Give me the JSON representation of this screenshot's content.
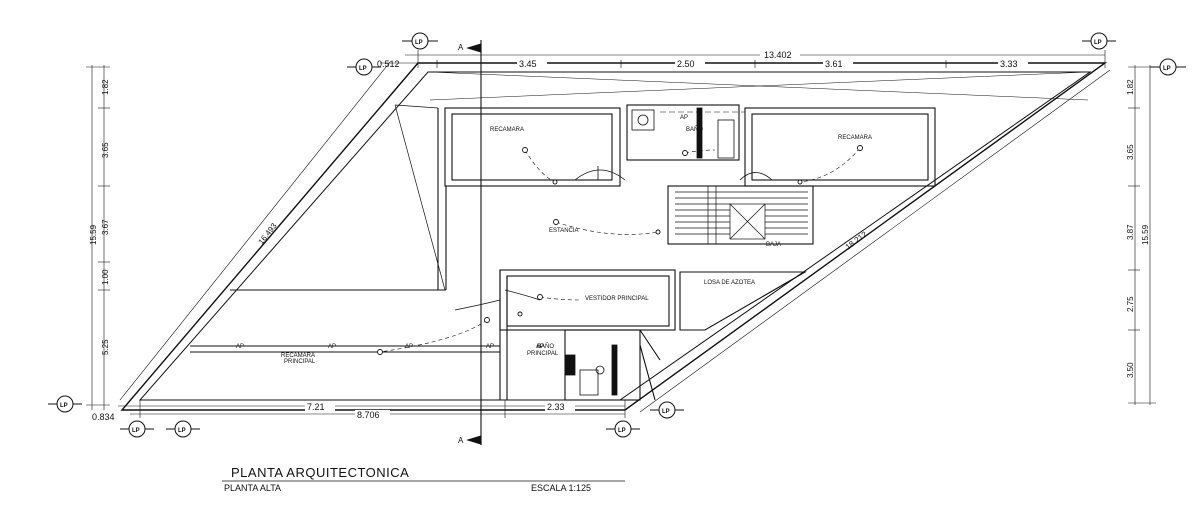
{
  "dims_top": {
    "total": "13.402",
    "offset": "0.512",
    "segments": [
      "3.45",
      "2.50",
      "3.61",
      "3.33"
    ]
  },
  "dims_left": {
    "total": "15.59",
    "segments": [
      "1.82",
      "3.65",
      "3.67",
      "1.00",
      "5.25"
    ]
  },
  "dims_right": {
    "total": "15.59",
    "segments": [
      "1.82",
      "3.65",
      "3.87",
      "2.75",
      "3.50"
    ]
  },
  "dims_bottom": {
    "offset": "0.834",
    "left_span": "7.21",
    "mid_span": "8.706",
    "right_span": "2.33"
  },
  "diagonals": {
    "left": "16.493",
    "right": "18.212"
  },
  "rooms": {
    "recamara_1": "RECAMARA",
    "recamara_2": "RECAMARA",
    "bano_1": "BAÑO",
    "estancia": "ESTANCIA",
    "baja": "BAJA",
    "losa": "LOSA DE AZOTEA",
    "vestidor": "VESTIDOR PRINCIPAL",
    "recamara_principal_1": "RECAMARA",
    "recamara_principal_2": "PRINCIPAL",
    "bano_principal_1": "BAÑO",
    "bano_principal_2": "PRINCIPAL"
  },
  "ap_tags": [
    "AP",
    "AP",
    "AP",
    "AP",
    "AP",
    "AP"
  ],
  "section_marker": "A",
  "lp_marker": "LP",
  "titles": {
    "main": "PLANTA ARQUITECTONICA",
    "sub": "PLANTA ALTA",
    "scale": "ESCALA 1:125"
  }
}
